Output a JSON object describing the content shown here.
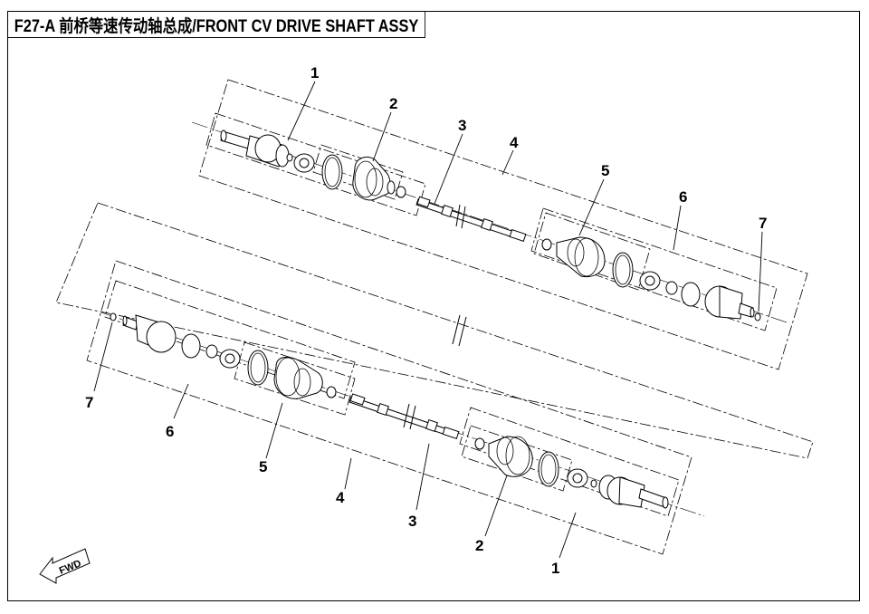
{
  "title": "F27-A 前桥等速传动轴总成/FRONT CV DRIVE SHAFT ASSY",
  "callouts": {
    "upper": [
      "1",
      "2",
      "3",
      "4",
      "5",
      "6",
      "7"
    ],
    "lower": [
      "7",
      "6",
      "5",
      "4",
      "3",
      "2",
      "1"
    ]
  },
  "direction_label": "FWD"
}
